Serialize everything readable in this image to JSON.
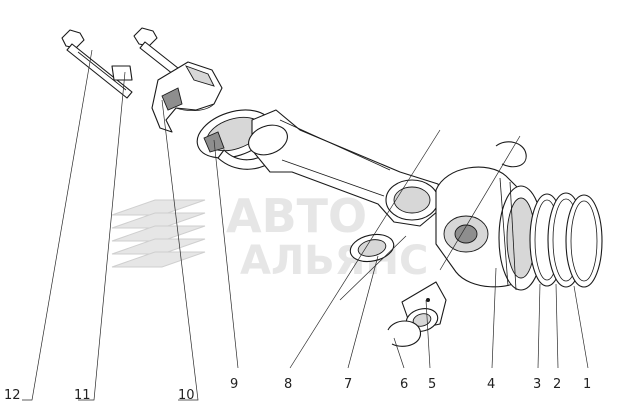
{
  "watermark": {
    "line1": "ABTO",
    "line2": "АЛЬЯНС"
  },
  "callouts": [
    {
      "id": "c1",
      "label": "1"
    },
    {
      "id": "c2",
      "label": "2"
    },
    {
      "id": "c3",
      "label": "3"
    },
    {
      "id": "c4",
      "label": "4"
    },
    {
      "id": "c5",
      "label": "5"
    },
    {
      "id": "c6",
      "label": "6"
    },
    {
      "id": "c7",
      "label": "7"
    },
    {
      "id": "c8",
      "label": "8"
    },
    {
      "id": "c9",
      "label": "9"
    },
    {
      "id": "c10",
      "label": "10"
    },
    {
      "id": "c11",
      "label": "11"
    },
    {
      "id": "c12",
      "label": "12"
    }
  ]
}
